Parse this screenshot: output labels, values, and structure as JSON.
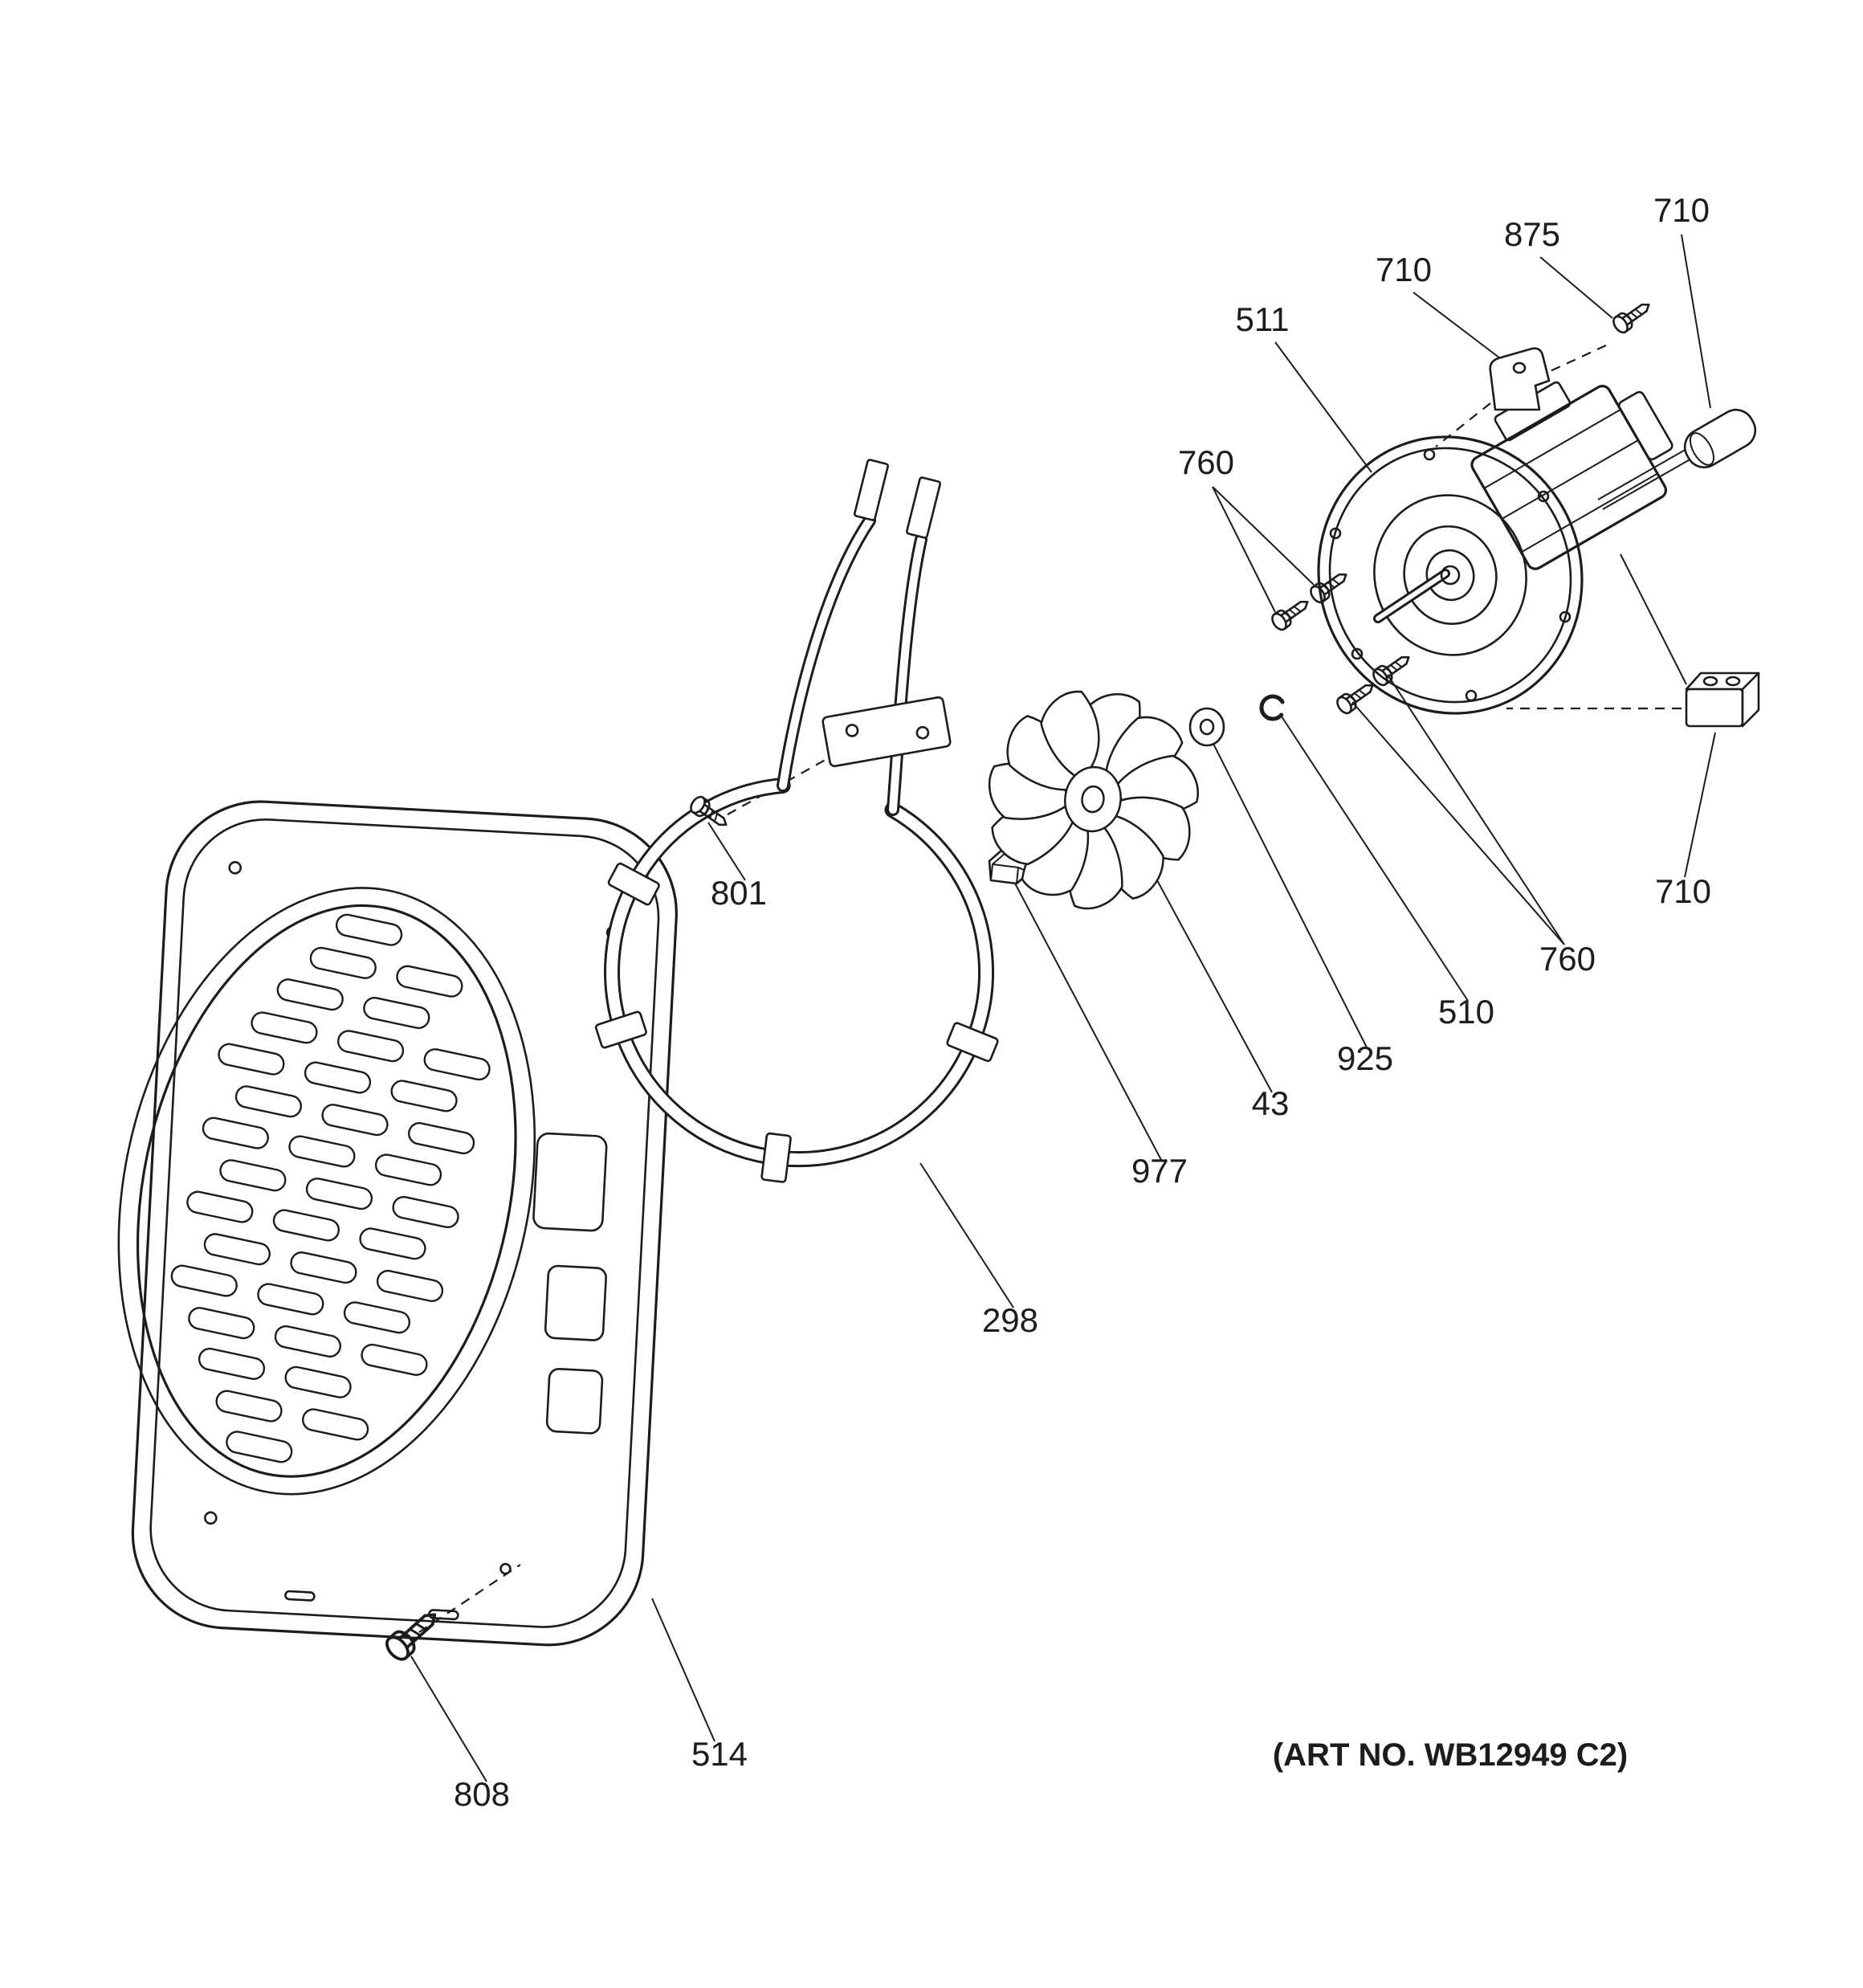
{
  "diagram": {
    "art_no": "(ART NO. WB12949 C2)",
    "colors": {
      "ink": "#1c1c1c",
      "background": "#ffffff"
    },
    "callouts": [
      {
        "id": "710-top",
        "text": "710"
      },
      {
        "id": "875",
        "text": "875"
      },
      {
        "id": "710-upper",
        "text": "710"
      },
      {
        "id": "511",
        "text": "511"
      },
      {
        "id": "760-upper",
        "text": "760"
      },
      {
        "id": "710-right",
        "text": "710"
      },
      {
        "id": "760-lower",
        "text": "760"
      },
      {
        "id": "510",
        "text": "510"
      },
      {
        "id": "925",
        "text": "925"
      },
      {
        "id": "43",
        "text": "43"
      },
      {
        "id": "977",
        "text": "977"
      },
      {
        "id": "801",
        "text": "801"
      },
      {
        "id": "298",
        "text": "298"
      },
      {
        "id": "514",
        "text": "514"
      },
      {
        "id": "808",
        "text": "808"
      }
    ]
  }
}
